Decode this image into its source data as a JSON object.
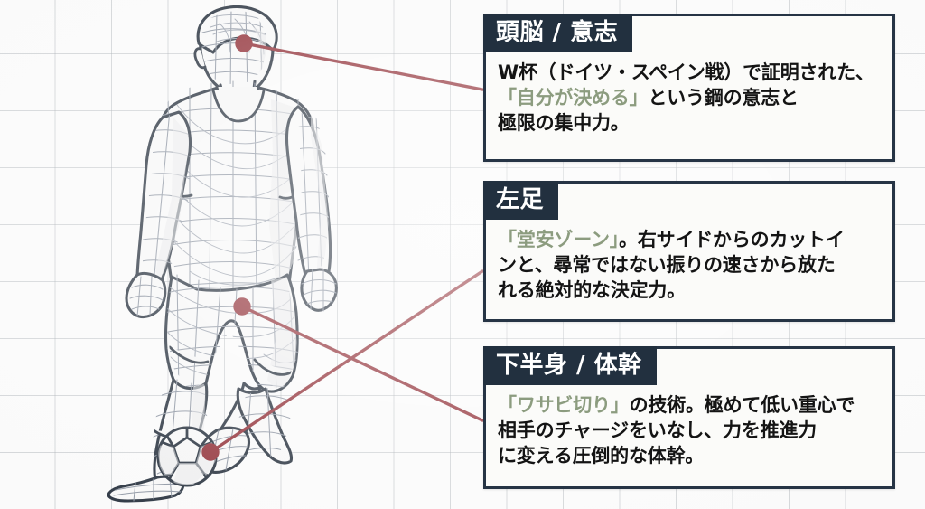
{
  "illustration": {
    "subject": "soccer-player-wireframe",
    "description": "ワイヤーフレーム風サッカー選手のイラスト",
    "ball_label": "soccer-ball",
    "accent_color": "#8c9c7f",
    "connector_color": "#8e2a32",
    "header_color": "#22303f",
    "background_color": "#fafafa",
    "grid_color": "#a0a6ac"
  },
  "callouts": [
    {
      "id": "brain",
      "header": "頭脳 / 意志",
      "body_lines": [
        [
          {
            "text": "W杯（ドイツ・スペイン戦）で証明された、",
            "accent": false
          }
        ],
        [
          {
            "text": "「自分が決める」",
            "accent": true
          },
          {
            "text": "という鋼の意志と",
            "accent": false
          }
        ],
        [
          {
            "text": "極限の集中力。",
            "accent": false
          }
        ]
      ]
    },
    {
      "id": "left-foot",
      "header": "左足",
      "body_lines": [
        [
          {
            "text": "「堂安ゾーン」",
            "accent": true
          },
          {
            "text": "。右サイドからのカットイ",
            "accent": false
          }
        ],
        [
          {
            "text": "ンと、尋常ではない振りの速さから放た",
            "accent": false
          }
        ],
        [
          {
            "text": "れる絶対的な決定力。",
            "accent": false
          }
        ]
      ]
    },
    {
      "id": "lower-body",
      "header": "下半身 / 体幹",
      "body_lines": [
        [
          {
            "text": "「ワサビ切り」",
            "accent": true
          },
          {
            "text": "の技術。極めて低い重心で",
            "accent": false
          }
        ],
        [
          {
            "text": "相手のチャージをいなし、力を推進力",
            "accent": false
          }
        ],
        [
          {
            "text": "に変える圧倒的な体幹。",
            "accent": false
          }
        ]
      ]
    }
  ],
  "connectors": [
    {
      "id": "brain-connector",
      "from": "head-marker",
      "to": "box-brain"
    },
    {
      "id": "left-foot-connector",
      "from": "ball-marker",
      "to": "box-left-foot"
    },
    {
      "id": "lower-body-connector",
      "from": "thigh-marker",
      "to": "box-lower-body"
    }
  ]
}
